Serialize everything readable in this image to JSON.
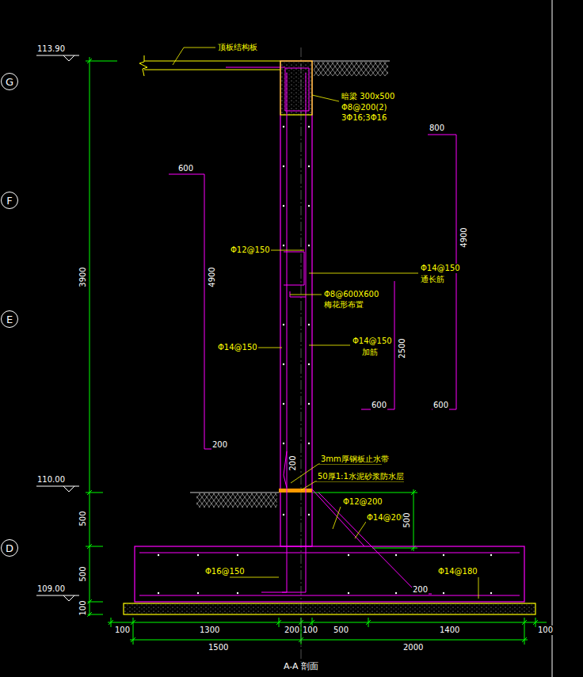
{
  "diagram": {
    "caption": "A-A 剖面",
    "nodes": [
      {
        "text": [
          "G"
        ]
      },
      {
        "text": [
          "F"
        ]
      },
      {
        "text": [
          "E"
        ]
      },
      {
        "text": [
          "D"
        ]
      }
    ],
    "labels": [
      "113.90",
      "顶板结构板",
      "暗梁 300x500",
      "Φ8@200(2)",
      "3Φ16;3Φ16",
      "800",
      "4900",
      "600",
      "4900",
      "Φ12@150",
      "Φ14@150",
      "通长筋",
      "Φ8@600X600",
      "梅花形布置",
      "Φ14@150",
      "Φ14@150",
      "加筋",
      "2500",
      "600",
      "600",
      "200",
      "200",
      "3mm厚钢板止水带",
      "50厚1:1水泥砂浆防水层",
      "110.00",
      "Φ12@200",
      "Φ14@200",
      "500",
      "3900",
      "500",
      "500",
      "100",
      "Φ16@150",
      "Φ14@180",
      "200",
      "109.00",
      "100",
      "1300",
      "200",
      "100",
      "500",
      "1400",
      "100",
      "1500",
      "2000"
    ]
  }
}
